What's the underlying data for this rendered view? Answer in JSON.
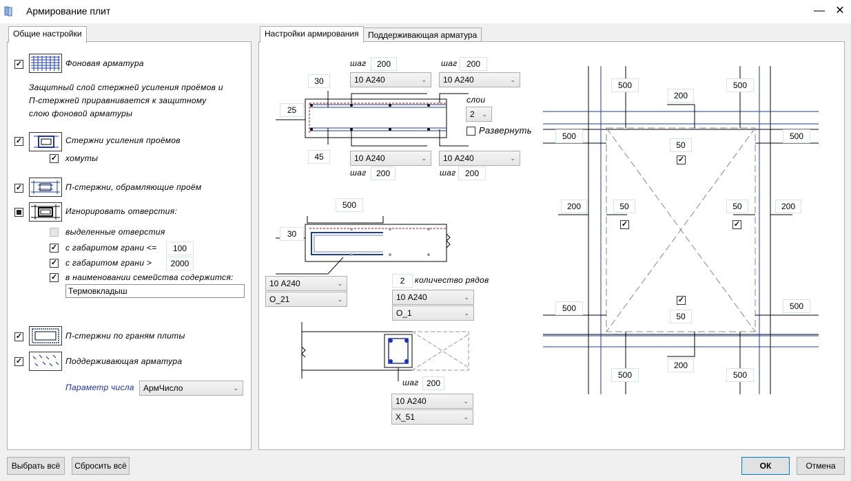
{
  "window": {
    "title": "Армирование плит",
    "minimize": "—",
    "close": "✕"
  },
  "left": {
    "tab": "Общие настройки",
    "background_rebar": {
      "label": "Фоновая арматура",
      "checked": true
    },
    "note": [
      "Защитный слой стержней усиления проёмов и",
      "П-стержней приравнивается к защитному",
      "слою фоновой арматуры"
    ],
    "opening_rebar": {
      "label": "Стержни усиления проёмов",
      "checked": true
    },
    "stirrups": {
      "label": "хомуты",
      "checked": true
    },
    "u_bars_opening": {
      "label": "П-стержни, обрамляющие проём",
      "checked": true
    },
    "ignore_holes": {
      "label": "Игнорировать отверстия:"
    },
    "selected_holes": {
      "label": "выделенные отверстия"
    },
    "face_size_le": {
      "label": "с габаритом грани <=",
      "value": "100"
    },
    "face_size_gt": {
      "label": "с габаритом грани >",
      "value": "2000"
    },
    "family_contains": {
      "label": "в наименовании семейства содержится:",
      "value": "Термовкладыш"
    },
    "u_bars_edges": {
      "label": "П-стержни по граням плиты",
      "checked": true
    },
    "support_rebar": {
      "label": "Поддерживающая арматура",
      "checked": true
    },
    "param": {
      "label": "Параметр числа",
      "value": "АрмЧисло"
    }
  },
  "right": {
    "tabs": [
      "Настройки армирования",
      "Поддерживающая арматура"
    ],
    "section": {
      "step_label": "шаг",
      "top_left_step": "200",
      "top_right_step": "200",
      "top_left_bar": "10 А240",
      "top_right_bar": "10 А240",
      "bot_left_bar": "10 А240",
      "bot_right_bar": "10 А240",
      "bot_left_step": "200",
      "bot_right_step": "200",
      "cover_top": "30",
      "cover_left": "25",
      "cover_bottom": "45",
      "layers_label": "слои",
      "layers_value": "2",
      "expand_label": "Развернуть"
    },
    "edge": {
      "len": "500",
      "cover": "30",
      "bar": "10 А240",
      "shape": "О_21",
      "rows_value": "2",
      "rows_label": "количество рядов",
      "rows_bar": "10 А240",
      "rows_shape": "О_1",
      "step_value": "200",
      "step_bar": "10 А240",
      "step_shape": "Х_51"
    },
    "plan": {
      "tl": "500",
      "tr": "500",
      "top_mid": "200",
      "l_top": "500",
      "r_top": "500",
      "top_in": "50",
      "left_out": "200",
      "left_in": "50",
      "right_in": "50",
      "right_out": "200",
      "bot_in": "50",
      "l_bot": "500",
      "r_bot": "500",
      "bot_mid": "200",
      "bl": "500",
      "br": "500"
    }
  },
  "footer": {
    "select_all": "Выбрать всё",
    "reset_all": "Сбросить всё",
    "ok": "ОК",
    "cancel": "Отмена"
  }
}
